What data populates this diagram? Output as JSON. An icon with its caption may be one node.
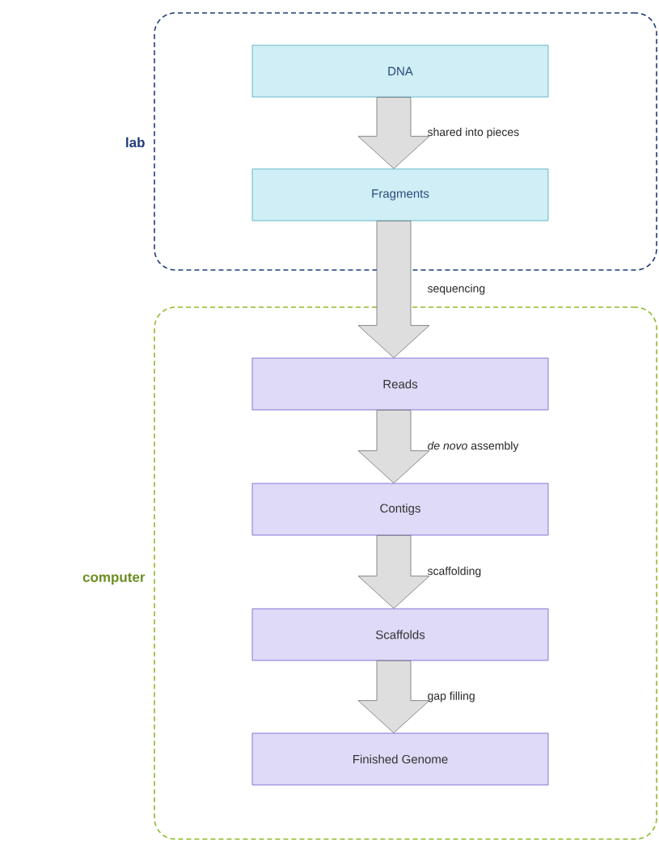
{
  "diagram": {
    "nodes": [
      {
        "text": [
          "lab"
        ]
      },
      {
        "text": [
          "DNA"
        ],
        "in": 0
      },
      {
        "text": [
          "Fragments"
        ],
        "in": 0
      },
      {
        "text": [
          "computer"
        ]
      },
      {
        "text": [
          "Reads"
        ],
        "in": 3
      },
      {
        "text": [
          "Contigs"
        ],
        "in": 3
      },
      {
        "text": [
          "Scaffolds"
        ],
        "in": 3
      },
      {
        "text": [
          "Finished Genome"
        ],
        "in": 3
      }
    ],
    "edges": [
      {
        "from": 1,
        "to": 2,
        "arrow": "to",
        "label": "shared into pieces"
      },
      {
        "from": 2,
        "to": 4,
        "arrow": "to",
        "label": "sequencing"
      },
      {
        "from": 4,
        "to": 5,
        "arrow": "to",
        "label": "*de novo* assembly"
      },
      {
        "from": 5,
        "to": 6,
        "arrow": "to",
        "label": "scaffolding"
      },
      {
        "from": 6,
        "to": 7,
        "arrow": "to",
        "label": "gap filling"
      }
    ]
  }
}
